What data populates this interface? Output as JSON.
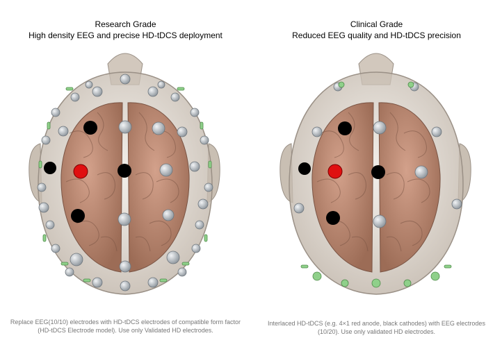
{
  "panels": [
    {
      "title": "Research Grade",
      "subtitle": "High density EEG and precise HD-tDCS deployment",
      "caption": "Replace EEG(10/10) electrodes with HD-tDCS electrodes of compatible form factor (HD-tDCS Electrode model). Use only Validated HD electrodes."
    },
    {
      "title": "Clinical Grade",
      "subtitle": "Reduced EEG quality and HD-tDCS precision",
      "caption": "Interlaced HD-tDCS (e.g. 4×1 red anode, black cathodes) with EEG electrodes (10/20). Use only validated HD electrodes."
    }
  ],
  "colors": {
    "anode": "#e01010",
    "cathode": "#000000",
    "eeg_electrode": "#b9c0c6",
    "brain": "#b88a72",
    "scalp": "#cfc6bc"
  }
}
